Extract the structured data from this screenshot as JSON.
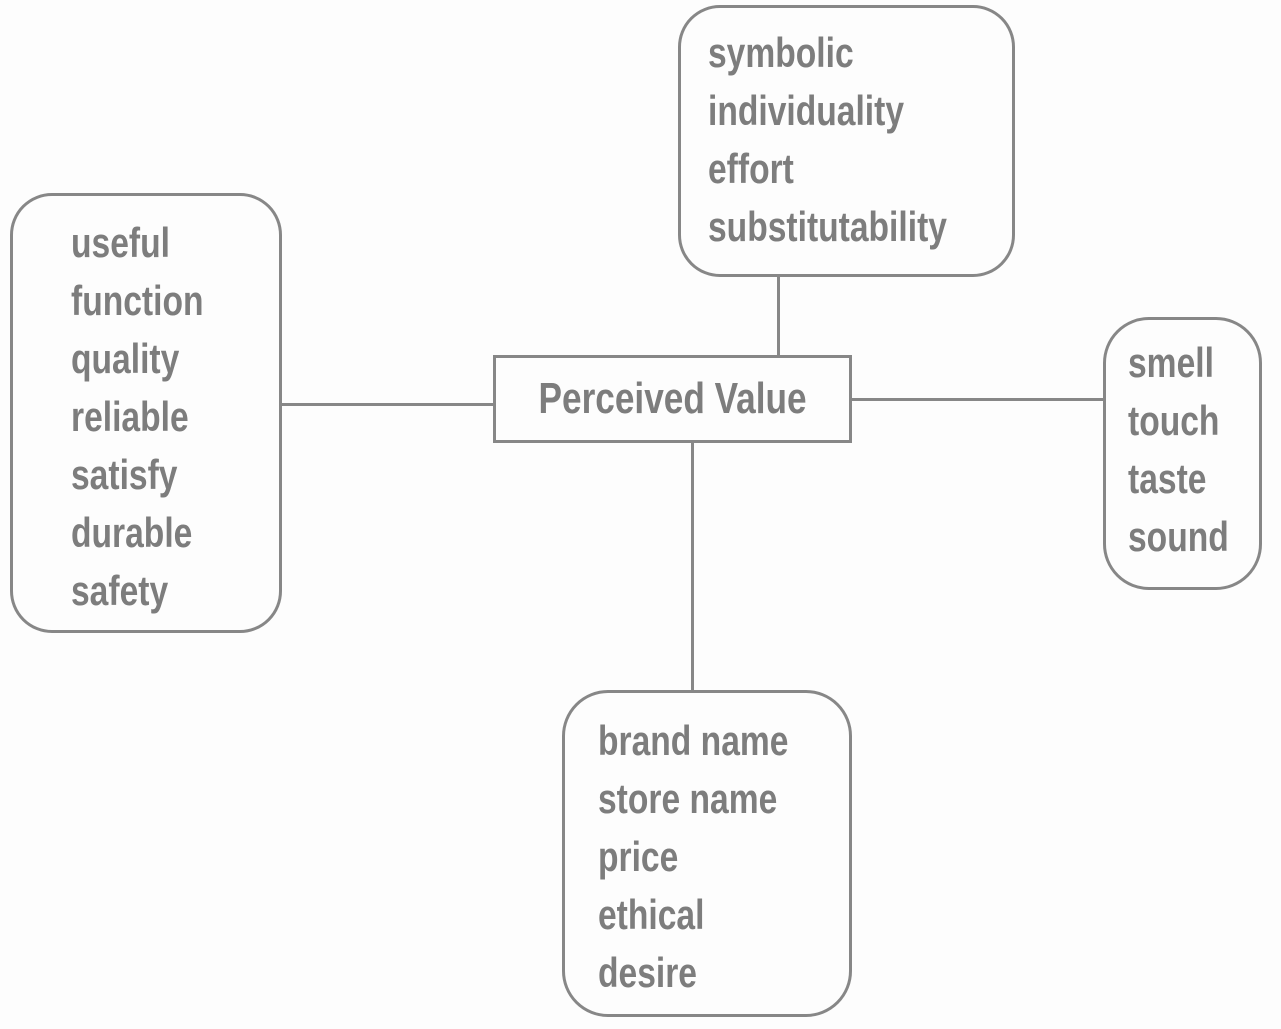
{
  "canvas": {
    "background": "#fdfdfd"
  },
  "colors": {
    "line": "#878787",
    "text": "#7d7d7d"
  },
  "center_box": {
    "label": "Perceived Value"
  },
  "boxes": {
    "top": {
      "items": [
        "symbolic",
        "individuality",
        "effort",
        "substitutability"
      ]
    },
    "left": {
      "items": [
        "useful",
        "function",
        "quality",
        "reliable",
        "satisfy",
        "durable",
        "safety"
      ]
    },
    "right": {
      "items": [
        "smell",
        "touch",
        "taste",
        "sound"
      ]
    },
    "bottom": {
      "items": [
        "brand name",
        "store name",
        "price",
        "ethical",
        "desire"
      ]
    }
  }
}
